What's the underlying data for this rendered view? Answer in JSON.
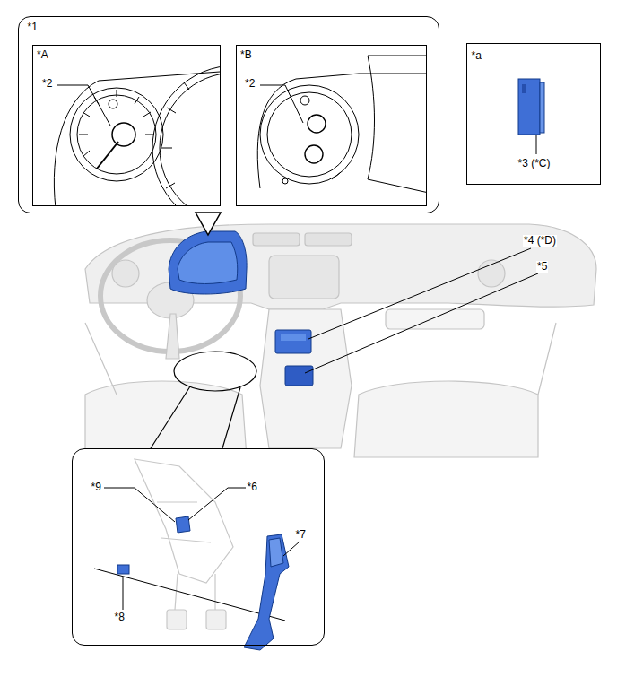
{
  "diagram": {
    "nodes": [
      {
        "text": [
          "*1"
        ]
      },
      {
        "text": [
          "*A",
          "*2"
        ],
        "in": 0
      },
      {
        "text": [
          "*B",
          "*2"
        ],
        "in": 0
      },
      {
        "text": [
          "*a",
          "*3 (*C)"
        ]
      },
      {
        "text": [
          "*9",
          "*6",
          "*7",
          "*8"
        ]
      }
    ],
    "labels": [
      "*4 (*D)",
      "*5"
    ]
  }
}
